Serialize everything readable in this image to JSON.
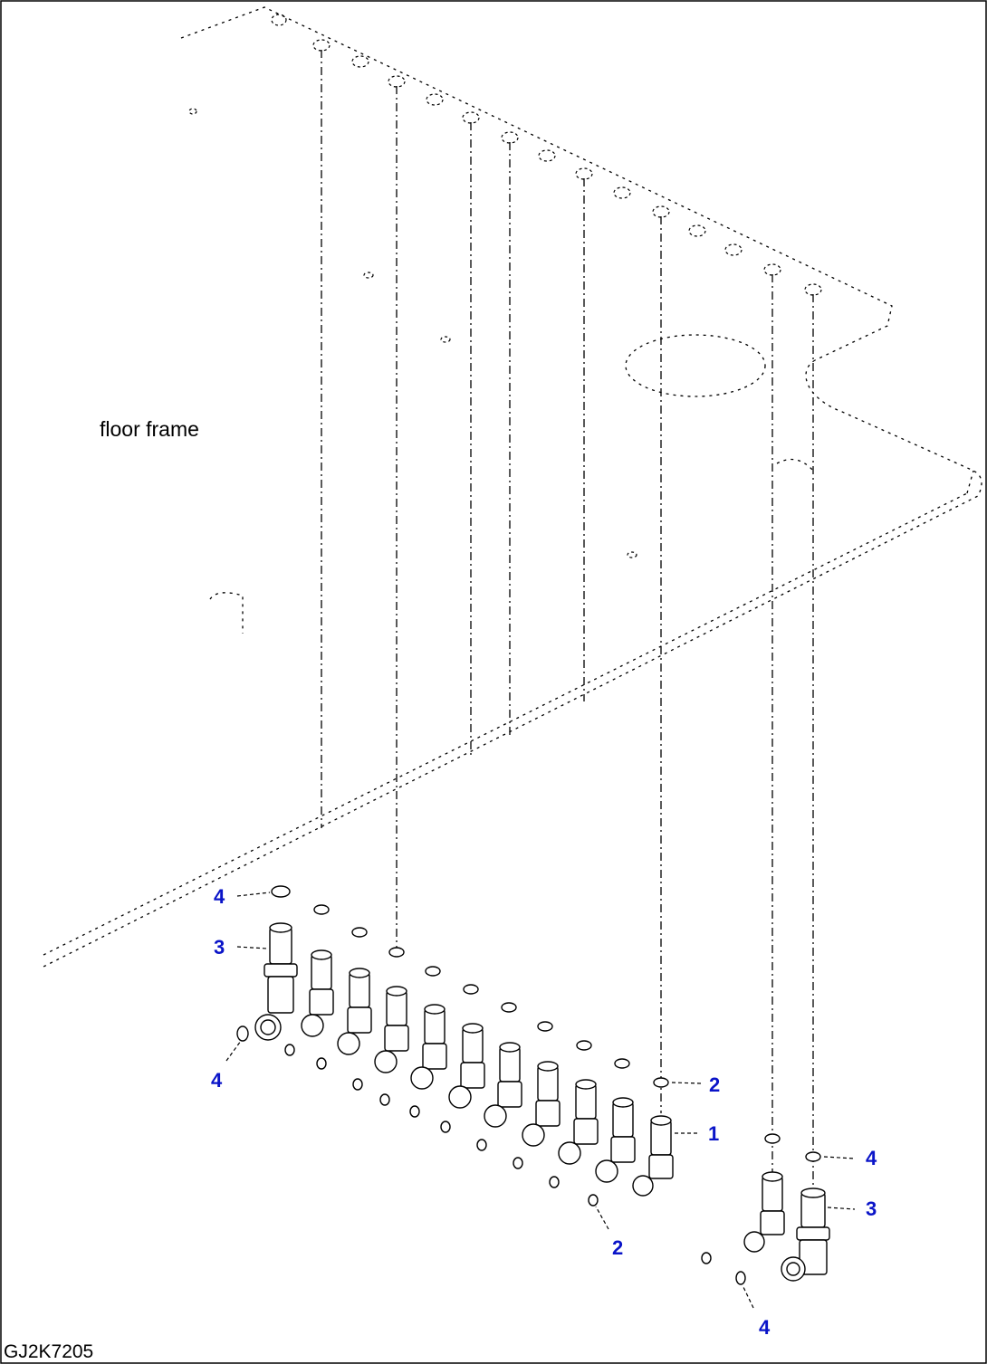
{
  "drawing": {
    "frame_label": "floor frame",
    "drawing_code": "GJ2K7205"
  },
  "callouts": {
    "c1": "1",
    "c2a": "2",
    "c2b": "2",
    "c3a": "3",
    "c3b": "3",
    "c4a": "4",
    "c4b": "4",
    "c4c": "4",
    "c4d": "4"
  },
  "colors": {
    "callout": "#0a14c8",
    "line": "#000000",
    "background": "#ffffff"
  }
}
